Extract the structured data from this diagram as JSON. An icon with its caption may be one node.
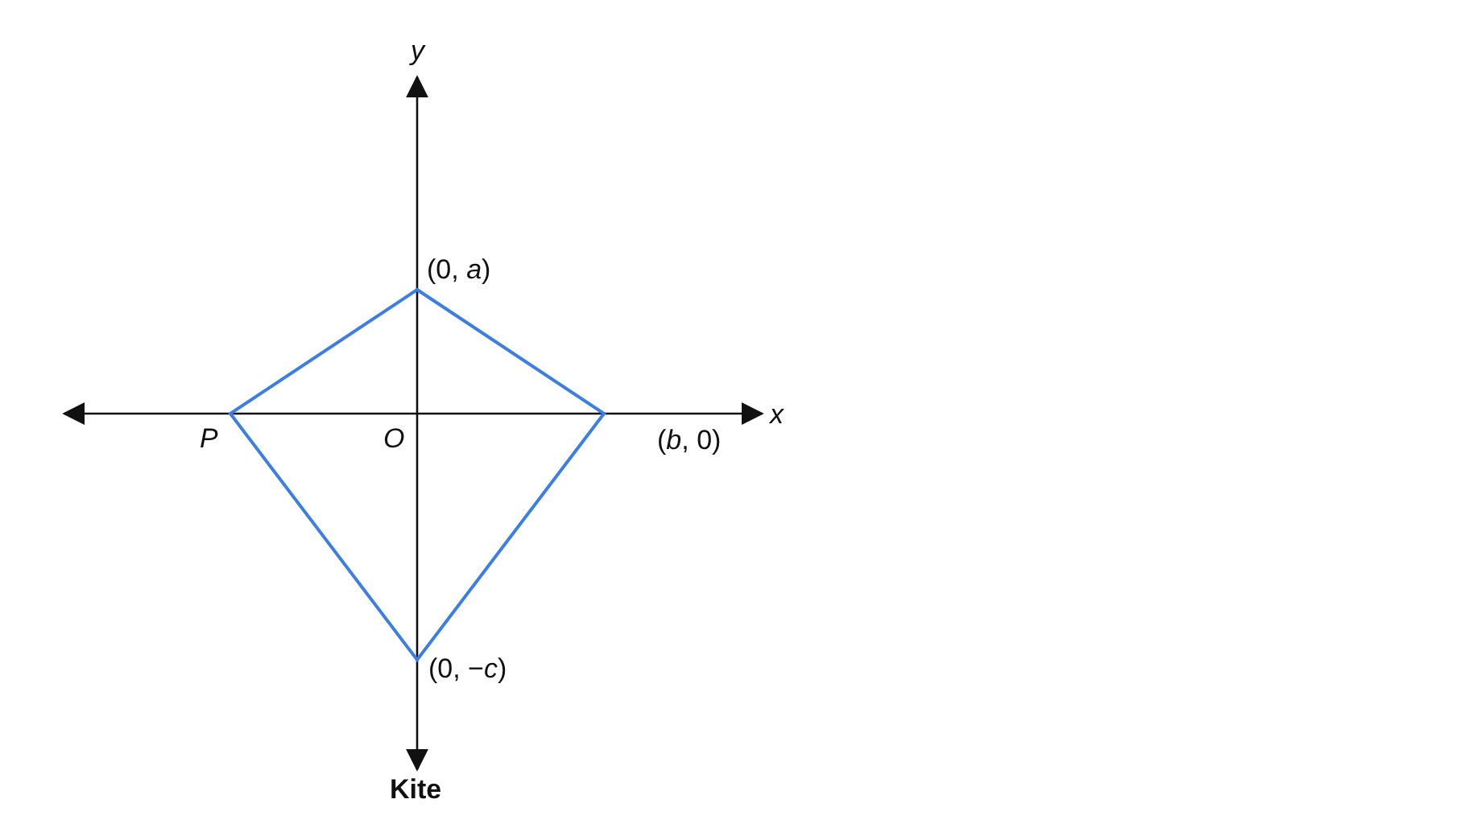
{
  "diagram": {
    "caption": "Kite",
    "labels": [
      "y",
      "x",
      "(0, *a*)",
      "P",
      "O",
      "(*b*, 0)",
      "(0, −*c*)"
    ]
  }
}
